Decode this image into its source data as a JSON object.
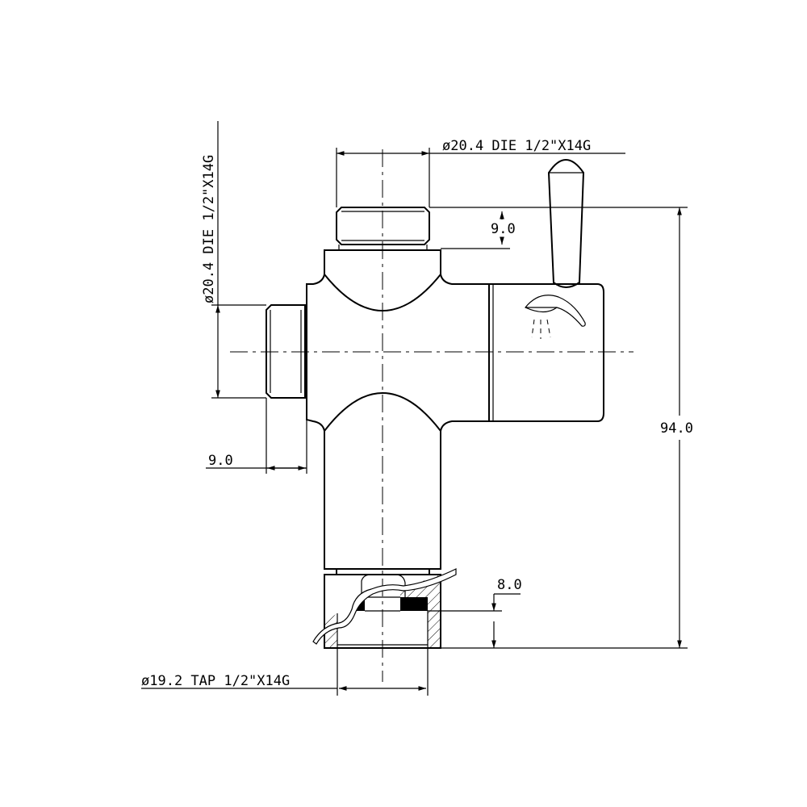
{
  "dimensions": {
    "top_thread": "ø20.4 DIE 1/2\"X14G",
    "side_thread": "ø20.4 DIE 1/2\"X14G",
    "top_nut_height": "9.0",
    "side_nut_length": "9.0",
    "overall_height": "94.0",
    "bottom_thread_depth": "8.0",
    "bottom_thread": "ø19.2 TAP 1/2\"X14G"
  },
  "icons": {
    "handle_symbol": "shower-head-icon"
  },
  "colors": {
    "line": "#000000",
    "background": "#ffffff"
  }
}
